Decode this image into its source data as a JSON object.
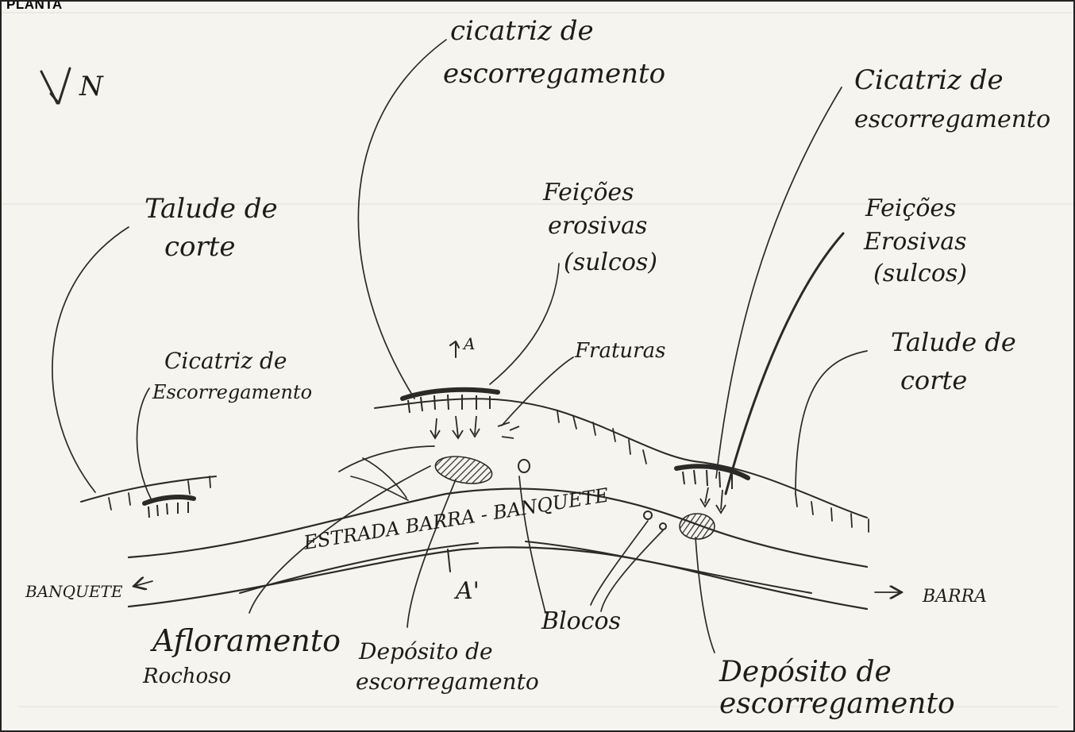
{
  "header": {
    "title": "PLANTA"
  },
  "north_arrow": {
    "label": "N"
  },
  "labels": {
    "cicatriz_top": [
      "cicatriz de",
      "escorregamento"
    ],
    "cicatriz_right": [
      "Cicatriz de",
      "escorregamento"
    ],
    "cicatriz_left": [
      "Cicatriz de",
      "Escorregamento"
    ],
    "talude_left": [
      "Talude de",
      "corte"
    ],
    "talude_right": [
      "Talude de",
      "corte"
    ],
    "feicoes_center": [
      "Feições",
      "erosivas",
      "(sulcos)"
    ],
    "feicoes_right": [
      "Feições",
      "Erosivas",
      "(sulcos)"
    ],
    "fraturas": "Fraturas",
    "section_a": "A",
    "section_a_prime": "A'",
    "road": "ESTRADA  BARRA - BANQUETE",
    "banquete": "BANQUETE",
    "barra": "BARRA",
    "afloramento": [
      "Afloramento",
      "Rochoso"
    ],
    "deposito_center": [
      "Depósito de",
      "escorregamento"
    ],
    "blocos": "Blocos",
    "deposito_right": [
      "Depósito de",
      "escorregamento"
    ]
  }
}
